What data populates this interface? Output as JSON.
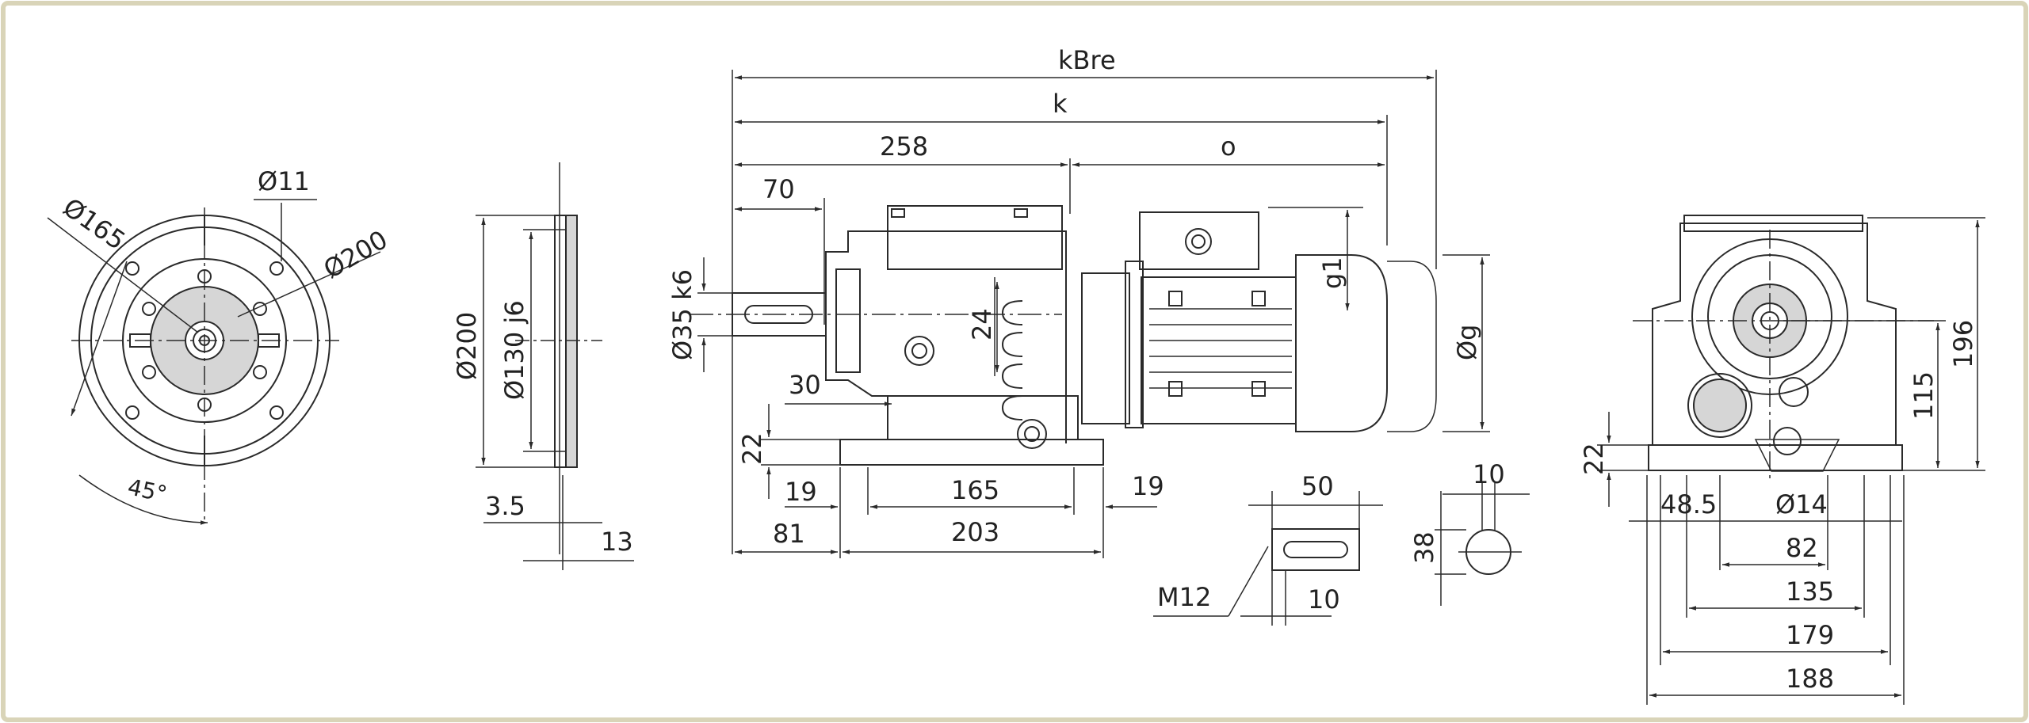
{
  "front_view": {
    "d165": "Ø165",
    "d11": "Ø11",
    "d200": "Ø200",
    "angle": "45°"
  },
  "flange_view": {
    "d200": "Ø200",
    "d130": "Ø130 j6",
    "t35": "3.5",
    "t13": "13"
  },
  "side_view": {
    "kBre": "kBre",
    "k": "k",
    "d258": "258",
    "o": "o",
    "d70": "70",
    "shaft": "Ø35 k6",
    "d24": "24",
    "g1": "g1",
    "dg": "Øg",
    "d30": "30",
    "d22": "22",
    "d19a": "19",
    "d165": "165",
    "d19b": "19",
    "d81": "81",
    "d203": "203"
  },
  "key_detail": {
    "d50": "50",
    "m12": "M12",
    "d10": "10"
  },
  "shaft_detail": {
    "d10": "10",
    "d38": "38"
  },
  "end_view": {
    "d196": "196",
    "d115": "115",
    "d22": "22",
    "d485": "48.5",
    "d14": "Ø14",
    "d82": "82",
    "d135": "135",
    "d179": "179",
    "d188": "188"
  },
  "colors": {
    "frame": "#d9d4b8",
    "line": "#2a2a2a",
    "fill": "#d6d6d6"
  }
}
